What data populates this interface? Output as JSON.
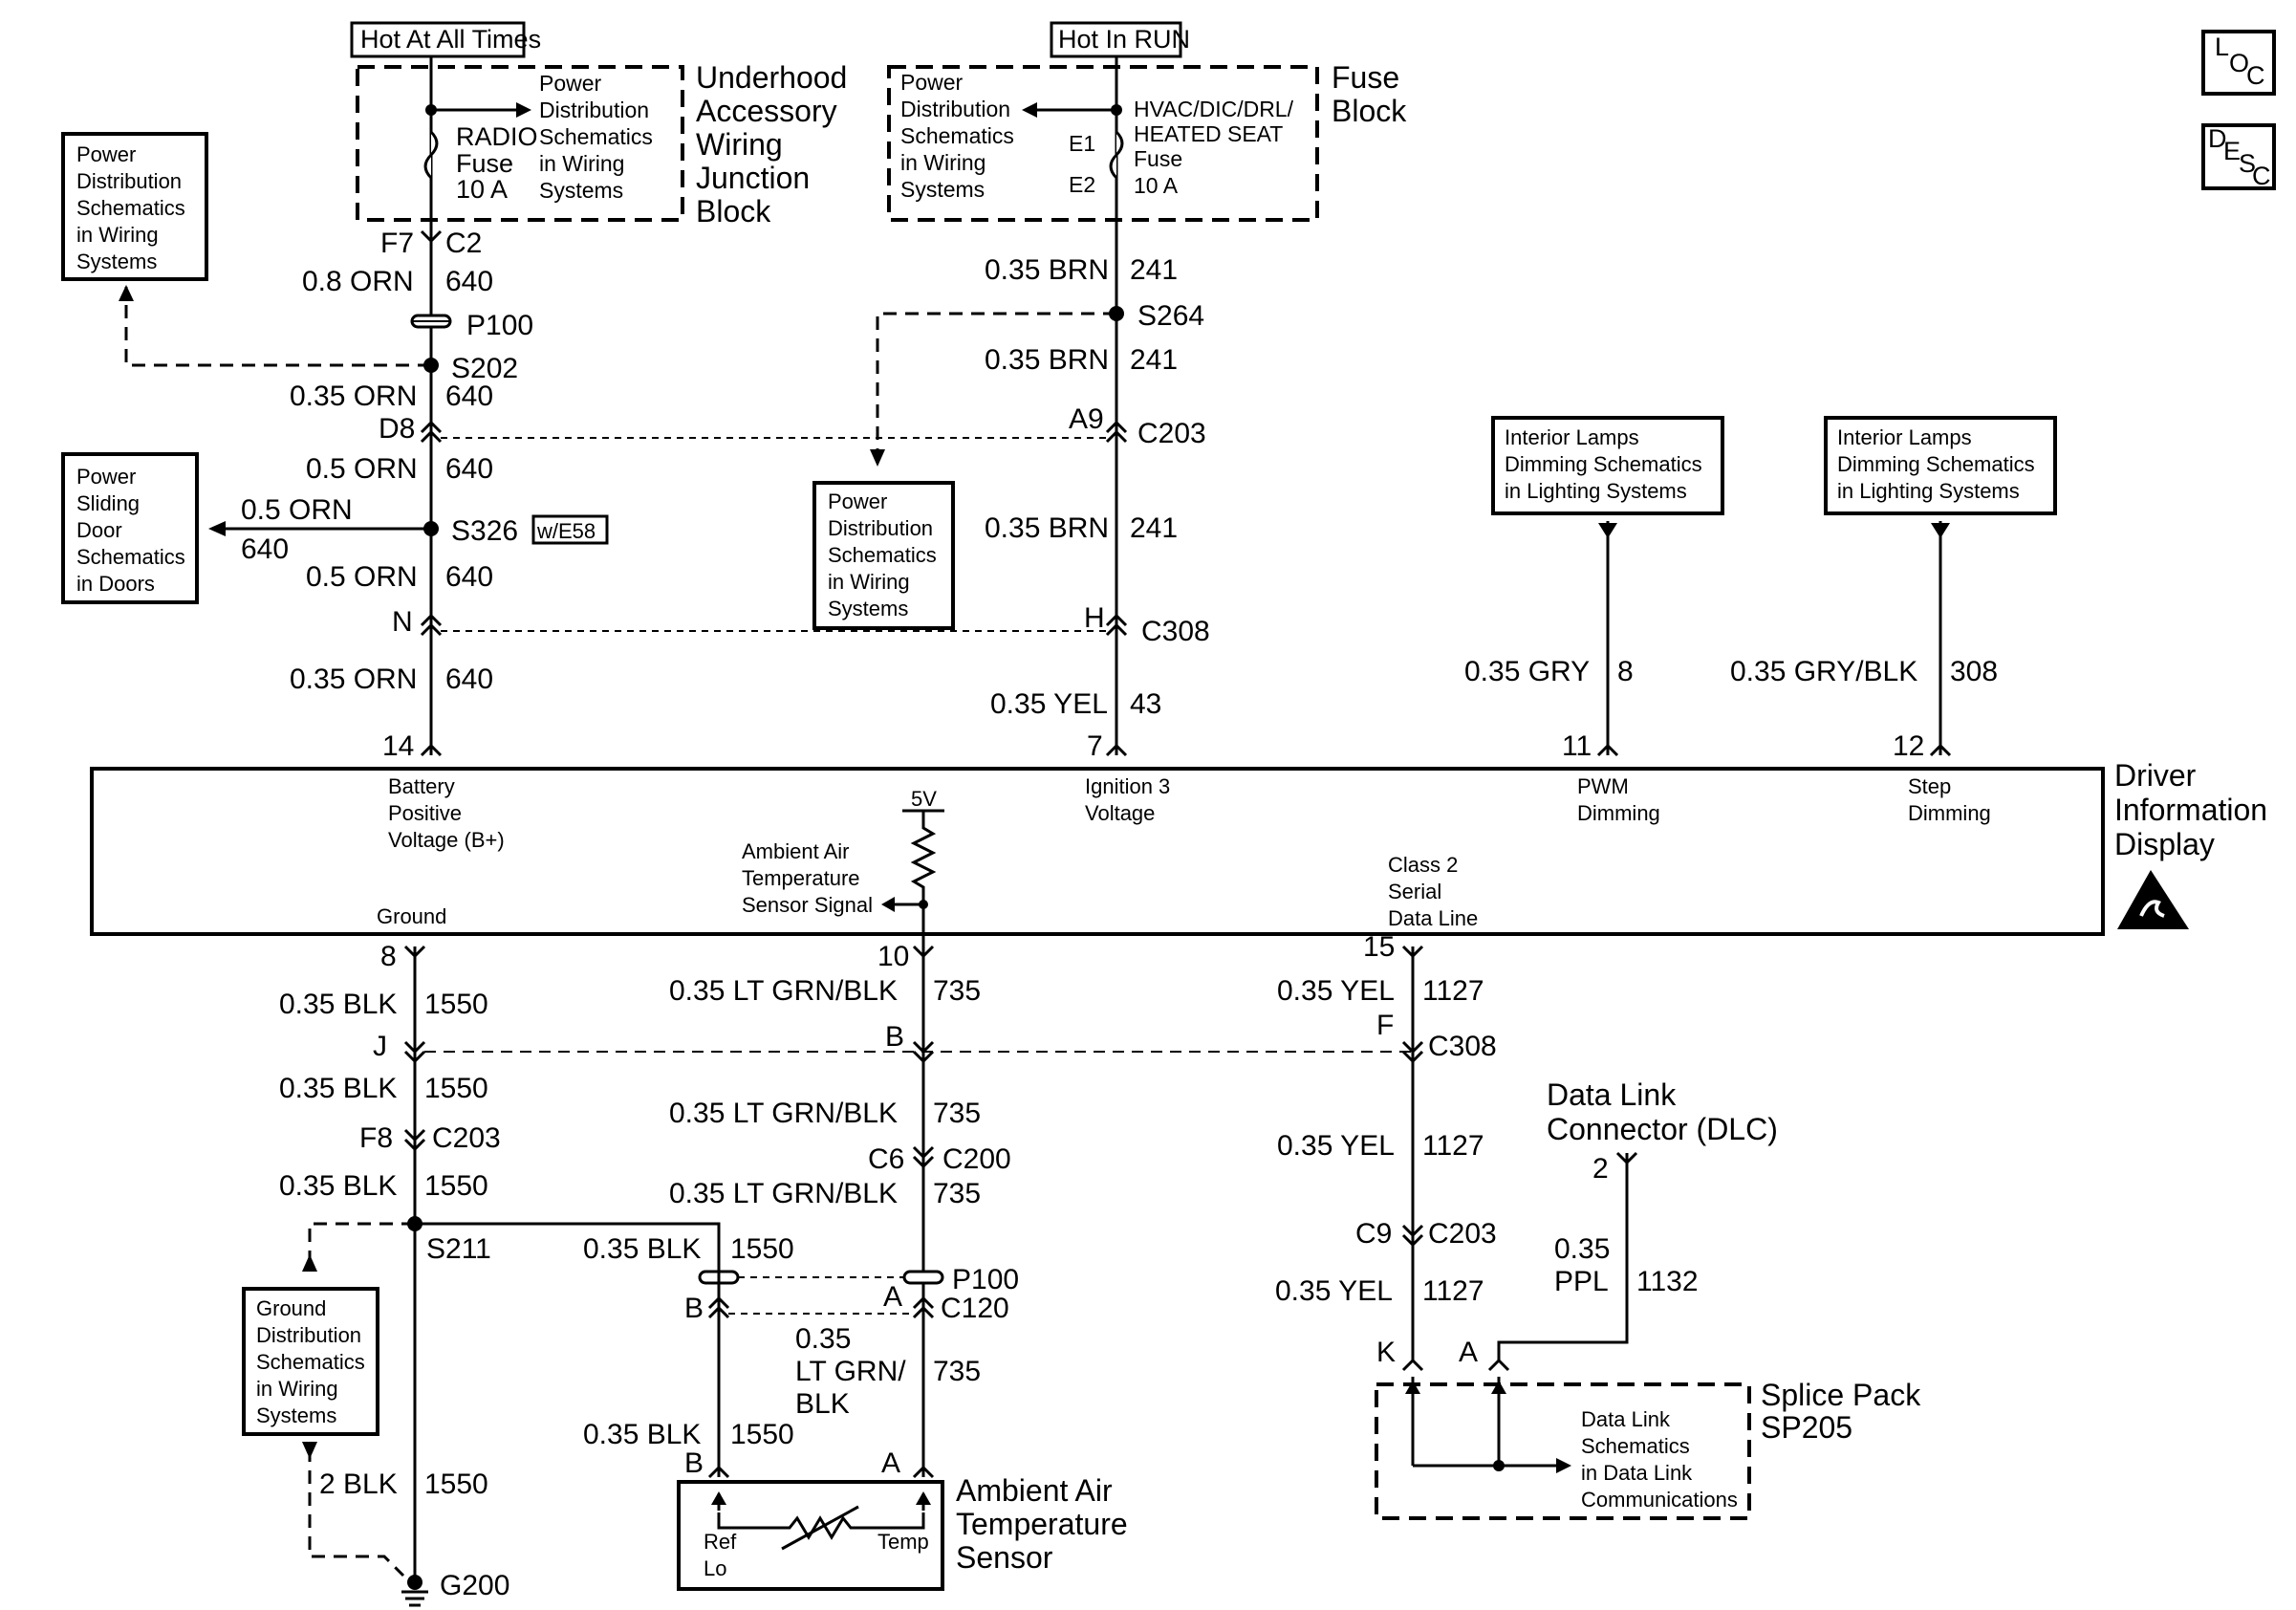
{
  "top": {
    "hot_at_all_times": "Hot At All Times",
    "hot_in_run": "Hot In RUN"
  },
  "underhood": {
    "title": [
      "Underhood",
      "Accessory",
      "Wiring",
      "Junction",
      "Block"
    ],
    "ref": [
      "Power",
      "Distribution",
      "Schematics",
      "in Wiring",
      "Systems"
    ],
    "fuse_name": "RADIO",
    "fuse_word": "Fuse",
    "fuse_amp": "10 A"
  },
  "fuse_block": {
    "title": [
      "Fuse",
      "Block"
    ],
    "ref": [
      "Power",
      "Distribution",
      "Schematics",
      "in Wiring",
      "Systems"
    ],
    "fuse_name": "HVAC/DIC/DRL/",
    "fuse_name2": "HEATED SEAT",
    "fuse_word": "Fuse",
    "fuse_amp": "10 A",
    "e1": "E1",
    "e2": "E2"
  },
  "left_refs": {
    "power_dist": [
      "Power",
      "Distribution",
      "Schematics",
      "in Wiring",
      "Systems"
    ],
    "sliding_door": [
      "Power",
      "Sliding",
      "Door",
      "Schematics",
      "in Doors"
    ]
  },
  "mid_ref": [
    "Power",
    "Distribution",
    "Schematics",
    "in Wiring",
    "Systems"
  ],
  "dim_refs": {
    "left": [
      "Interior Lamps",
      "Dimming Schematics",
      "in Lighting Systems"
    ],
    "right": [
      "Interior Lamps",
      "Dimming Schematics",
      "in Lighting Systems"
    ]
  },
  "b_plus_circuit": {
    "f7": "F7",
    "c2": "C2",
    "w1": "0.8 ORN",
    "c1": "640",
    "p100": "P100",
    "s202": "S202",
    "w2": "0.35 ORN",
    "c2n": "640",
    "d8": "D8",
    "w3": "0.5 ORN",
    "c3": "640",
    "branch_w": "0.5 ORN",
    "branch_c": "640",
    "s326": "S326",
    "we58": "w/E58",
    "w4": "0.5 ORN",
    "c4": "640",
    "n": "N",
    "w5": "0.35 ORN",
    "c5": "640",
    "pin": "14"
  },
  "ign_circuit": {
    "w1": "0.35 BRN",
    "c1": "241",
    "s264": "S264",
    "w2": "0.35 BRN",
    "c2": "241",
    "a9": "A9",
    "c203": "C203",
    "w3": "0.35 BRN",
    "c3": "241",
    "h": "H",
    "c308": "C308",
    "w4": "0.35 YEL",
    "c4": "43",
    "pin": "7"
  },
  "pwm_circuit": {
    "w": "0.35 GRY",
    "c": "8",
    "pin": "11"
  },
  "step_circuit": {
    "w": "0.35 GRY/BLK",
    "c": "308",
    "pin": "12"
  },
  "dic": {
    "title": [
      "Driver",
      "Information",
      "Display"
    ],
    "b_plus": [
      "Battery",
      "Positive",
      "Voltage (B+)"
    ],
    "ign": [
      "Ignition 3",
      "Voltage"
    ],
    "pwm": [
      "PWM",
      "Dimming"
    ],
    "step": [
      "Step",
      "Dimming"
    ],
    "five_v": "5V",
    "ambient": [
      "Ambient Air",
      "Temperature",
      "Sensor Signal"
    ],
    "class2": [
      "Class 2",
      "Serial",
      "Data Line"
    ],
    "ground": "Ground"
  },
  "ground_circuit": {
    "pin": "8",
    "w1": "0.35 BLK",
    "c1": "1550",
    "j": "J",
    "w2": "0.35 BLK",
    "c2": "1550",
    "f8": "F8",
    "c203": "C203",
    "w3": "0.35 BLK",
    "c3": "1550",
    "s211": "S211",
    "branch_w": "0.35 BLK",
    "branch_c": "1550",
    "w4": "2 BLK",
    "c4": "1550",
    "g200": "G200",
    "ref": [
      "Ground",
      "Distribution",
      "Schematics",
      "in Wiring",
      "Systems"
    ]
  },
  "temp_circuit": {
    "pin": "10",
    "w1": "0.35 LT GRN/BLK",
    "c1": "735",
    "b": "B",
    "w2": "0.35 LT GRN/BLK",
    "c2": "735",
    "c6": "C6",
    "c200": "C200",
    "w3": "0.35 LT GRN/BLK",
    "c3": "735",
    "p100": "P100",
    "b2": "B",
    "a2": "A",
    "c120": "C120",
    "w4a": "0.35",
    "w4b": "LT GRN/",
    "w4c": "BLK",
    "c4": "735",
    "left_w": "0.35 BLK",
    "left_c": "1550",
    "sensor_b": "B",
    "sensor_a": "A",
    "ref_lo": [
      "Ref",
      "Lo"
    ],
    "temp": "Temp",
    "sensor_name": [
      "Ambient  Air",
      "Temperature",
      "Sensor"
    ]
  },
  "data_circuit": {
    "pin": "15",
    "w1": "0.35 YEL",
    "c1": "1127",
    "f": "F",
    "c308": "C308",
    "w2": "0.35 YEL",
    "c2": "1127",
    "c9": "C9",
    "c203": "C203",
    "w3": "0.35 YEL",
    "c3": "1127",
    "k": "K",
    "a": "A",
    "dlc": [
      "Data Link",
      "Connector (DLC)"
    ],
    "dlc_pin": "2",
    "ppl_a": "0.35",
    "ppl_b": "PPL",
    "ppl_c": "1132",
    "splice": [
      "Splice Pack",
      "SP205"
    ],
    "splice_ref": [
      "Data Link",
      "Schematics",
      "in Data Link",
      "Communications"
    ]
  },
  "icons": [
    "loc-icon",
    "desc-icon",
    "esd-warning-icon",
    "ground-symbol-icon",
    "fuse-icon",
    "thermistor-icon",
    "resistor-icon"
  ],
  "loc": [
    "L",
    "O",
    "C"
  ],
  "desc": [
    "D",
    "E",
    "S",
    "C"
  ]
}
